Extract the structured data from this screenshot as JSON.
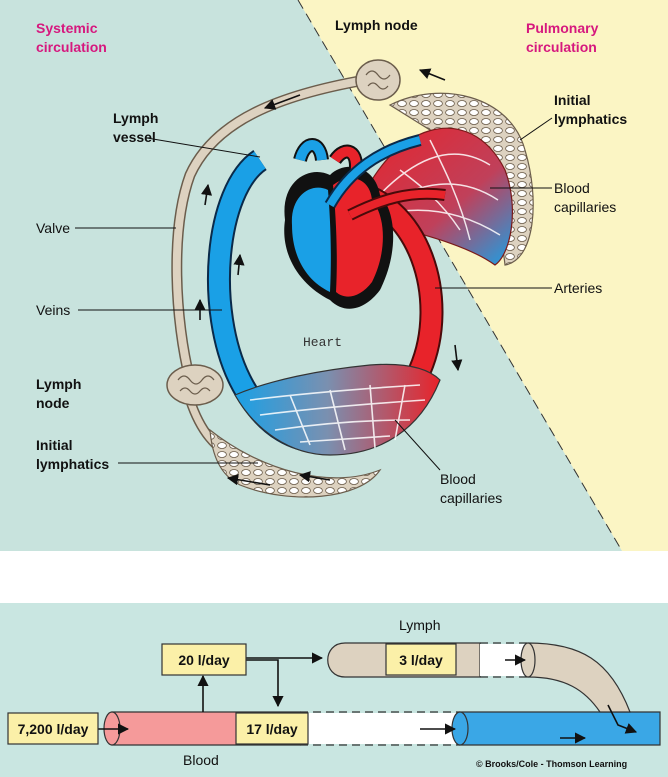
{
  "top_diagram": {
    "systemic_label": [
      "Systemic",
      "circulation"
    ],
    "pulmonary_label": [
      "Pulmonary",
      "circulation"
    ],
    "lymph_node_top": "Lymph node",
    "lymph_vessel": [
      "Lymph",
      "vessel"
    ],
    "initial_lymphatics_right": [
      "Initial",
      "lymphatics"
    ],
    "blood_capillaries_right": [
      "Blood",
      "capillaries"
    ],
    "valve": "Valve",
    "arteries": "Arteries",
    "veins": "Veins",
    "heart": "Heart",
    "lymph_node_left": [
      "Lymph",
      "node"
    ],
    "initial_lymphatics_left": [
      "Initial",
      "lymphatics"
    ],
    "blood_capillaries_bottom": [
      "Blood",
      "capillaries"
    ]
  },
  "flow_diagram": {
    "lymph_label": "Lymph",
    "blood_label": "Blood",
    "inflow": "7,200 l/day",
    "filtered": "20 l/day",
    "reabsorbed": "17 l/day",
    "lymph_flow": "3 l/day",
    "credit": "© Brooks/Cole - Thomson Learning"
  },
  "colors": {
    "systemic_bg": "#c8e3dd",
    "pulmonary_bg": "#fbf5c4",
    "vein_blue": "#1aa0e6",
    "artery_red": "#e8232a",
    "lymph_tan": "#ddd2c0",
    "flow_panel": "#c9e6e1",
    "box_yellow": "#fbf0a8"
  }
}
